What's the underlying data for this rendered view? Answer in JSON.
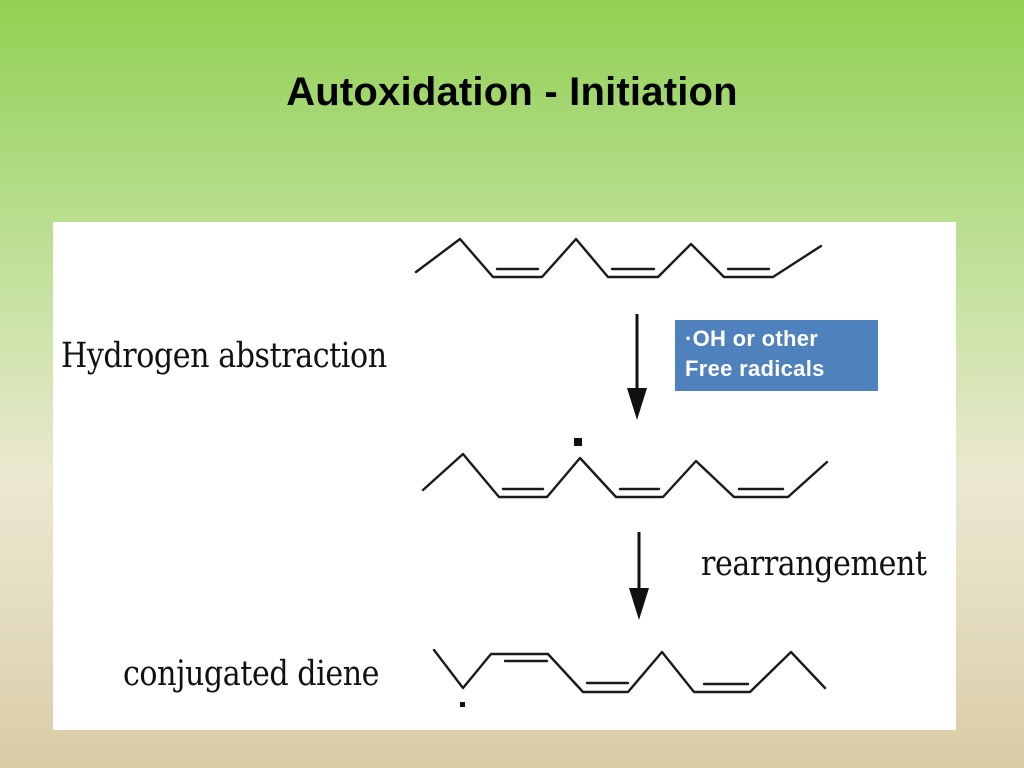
{
  "slide": {
    "title": "Autoxidation - Initiation"
  },
  "diagram": {
    "labels": {
      "hydrogen_abstraction": "Hydrogen abstraction",
      "rearrangement": "rearrangement",
      "conjugated_diene": "conjugated diene"
    },
    "radical_box": {
      "line1": "·OH or other",
      "line2": "Free radicals",
      "color": "#4f81bd"
    }
  },
  "colors": {
    "background_top": "#92d050",
    "background_bottom": "#d9cba4",
    "panel": "#ffffff"
  }
}
